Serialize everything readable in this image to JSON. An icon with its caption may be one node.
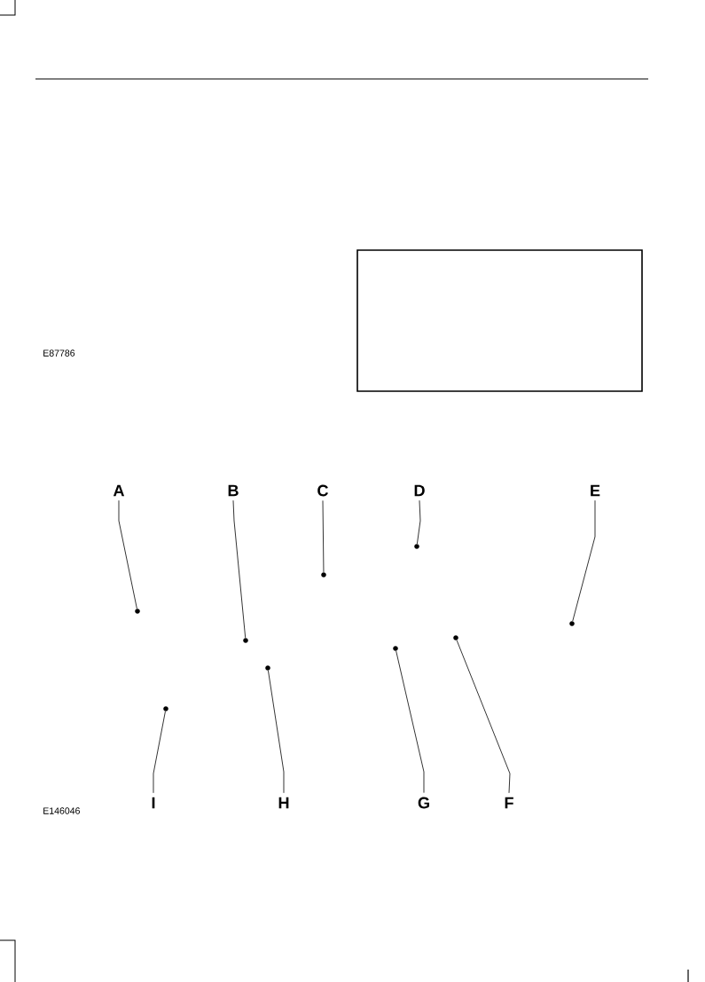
{
  "diagram": {
    "nodes": [
      {
        "text": [
          "A"
        ]
      },
      {
        "text": [
          "B"
        ]
      },
      {
        "text": [
          "C"
        ]
      },
      {
        "text": [
          "D"
        ]
      },
      {
        "text": [
          "E"
        ]
      },
      {
        "text": [
          "I"
        ]
      },
      {
        "text": [
          "H"
        ]
      },
      {
        "text": [
          "G"
        ]
      },
      {
        "text": [
          "F"
        ]
      },
      {
        "text": [],
        "shape": "circle"
      },
      {
        "text": [],
        "shape": "circle"
      },
      {
        "text": [],
        "shape": "circle"
      },
      {
        "text": [],
        "shape": "circle"
      },
      {
        "text": [],
        "shape": "circle"
      },
      {
        "text": [],
        "shape": "circle"
      },
      {
        "text": [],
        "shape": "circle"
      },
      {
        "text": [],
        "shape": "circle"
      },
      {
        "text": [],
        "shape": "circle"
      }
    ],
    "edges": [
      {
        "from": 0,
        "to": 9,
        "arrow": "none"
      },
      {
        "from": 1,
        "to": 11,
        "arrow": "none"
      },
      {
        "from": 2,
        "to": 13,
        "arrow": "none"
      },
      {
        "from": 3,
        "to": 15,
        "arrow": "none"
      },
      {
        "from": 4,
        "to": 17,
        "arrow": "none"
      },
      {
        "from": 5,
        "to": 10,
        "arrow": "none"
      },
      {
        "from": 6,
        "to": 12,
        "arrow": "none"
      },
      {
        "from": 7,
        "to": 14,
        "arrow": "none"
      },
      {
        "from": 8,
        "to": 16,
        "arrow": "none"
      }
    ],
    "labels": [
      "E87786",
      "E146046"
    ]
  }
}
